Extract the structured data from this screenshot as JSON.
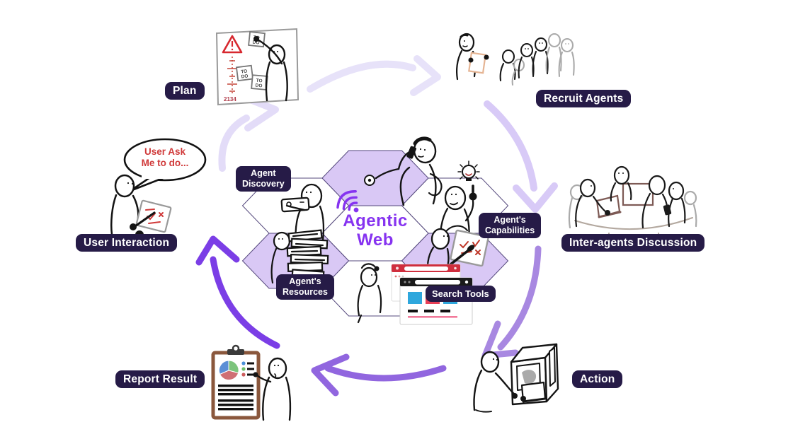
{
  "page": {
    "title": "Agentic Web cycle diagram"
  },
  "center_hexagon": {
    "title_line1": "Agentic",
    "title_line2": "Web"
  },
  "hex_labels": {
    "agent_discovery": {
      "line1": "Agent",
      "line2": "Discovery"
    },
    "agents_capabilities": {
      "line1": "Agent's",
      "line2": "Capabilities"
    },
    "agents_resources": {
      "line1": "Agent's",
      "line2": "Resources"
    },
    "search_tools": {
      "label": "Search Tools"
    }
  },
  "cycle_labels": {
    "plan": "Plan",
    "recruit_agents": "Recruit Agents",
    "inter_agents_discussion": "Inter-agents Discussion",
    "action": "Action",
    "report_result": "Report Result",
    "user_interaction": "User Interaction"
  },
  "speech_bubble": {
    "line1": "User Ask",
    "line2": "Me to do..."
  },
  "plan_board": {
    "todo_word_top": "TO",
    "todo_word_bottom": "DO",
    "sequence_numbers": "2134"
  },
  "colors": {
    "label_bg": "#261b47",
    "label_text": "#ffffff",
    "accent_purple": "#8633f0",
    "hex_fill": "#d9c8f5",
    "hex_stroke": "#55497d",
    "speech_text_red": "#d03a3a",
    "warning_red": "#d7282f",
    "arrow_plan_to_recruit": "#e7e2f9",
    "arrow_recruit_to_discussion": "#d8caf7",
    "arrow_discussion_to_action": "#a888e1",
    "arrow_action_to_report": "#9166df",
    "arrow_report_to_user": "#7b3ee6",
    "arrow_user_to_plan": "#e3dcf8"
  }
}
